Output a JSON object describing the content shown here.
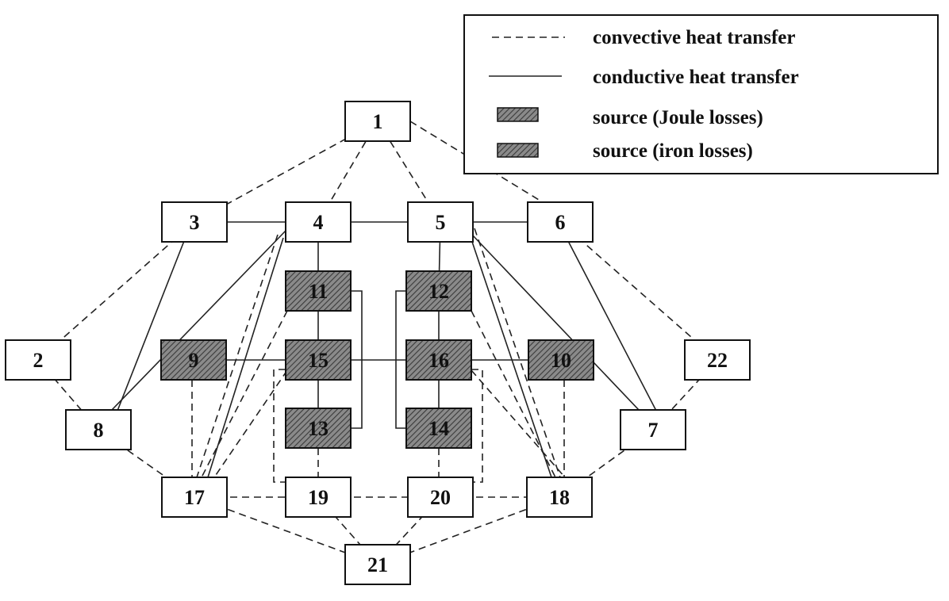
{
  "legend": {
    "items": [
      {
        "kind": "convective",
        "label": "convective heat transfer"
      },
      {
        "kind": "conductive",
        "label": "conductive heat transfer"
      },
      {
        "kind": "source-joule",
        "label": "source (Joule losses)"
      },
      {
        "kind": "source-iron",
        "label": "source (iron losses)"
      }
    ]
  },
  "nodes": [
    {
      "id": "1",
      "label": "1",
      "kind": "plain"
    },
    {
      "id": "2",
      "label": "2",
      "kind": "plain"
    },
    {
      "id": "3",
      "label": "3",
      "kind": "plain"
    },
    {
      "id": "4",
      "label": "4",
      "kind": "plain"
    },
    {
      "id": "5",
      "label": "5",
      "kind": "plain"
    },
    {
      "id": "6",
      "label": "6",
      "kind": "plain"
    },
    {
      "id": "7",
      "label": "7",
      "kind": "plain"
    },
    {
      "id": "8",
      "label": "8",
      "kind": "plain"
    },
    {
      "id": "9",
      "label": "9",
      "kind": "source-iron"
    },
    {
      "id": "10",
      "label": "10",
      "kind": "source-iron"
    },
    {
      "id": "11",
      "label": "11",
      "kind": "source-joule"
    },
    {
      "id": "12",
      "label": "12",
      "kind": "source-joule"
    },
    {
      "id": "13",
      "label": "13",
      "kind": "source-joule"
    },
    {
      "id": "14",
      "label": "14",
      "kind": "source-joule"
    },
    {
      "id": "15",
      "label": "15",
      "kind": "source-joule"
    },
    {
      "id": "16",
      "label": "16",
      "kind": "source-joule"
    },
    {
      "id": "17",
      "label": "17",
      "kind": "plain"
    },
    {
      "id": "18",
      "label": "18",
      "kind": "plain"
    },
    {
      "id": "19",
      "label": "19",
      "kind": "plain"
    },
    {
      "id": "20",
      "label": "20",
      "kind": "plain"
    },
    {
      "id": "21",
      "label": "21",
      "kind": "plain"
    },
    {
      "id": "22",
      "label": "22",
      "kind": "plain"
    }
  ],
  "edges": [
    {
      "from": "1",
      "to": "3",
      "type": "convective"
    },
    {
      "from": "1",
      "to": "4",
      "type": "convective"
    },
    {
      "from": "1",
      "to": "5",
      "type": "convective"
    },
    {
      "from": "1",
      "to": "6",
      "type": "convective"
    },
    {
      "from": "3",
      "to": "2",
      "type": "convective"
    },
    {
      "from": "2",
      "to": "8",
      "type": "convective"
    },
    {
      "from": "6",
      "to": "22",
      "type": "convective"
    },
    {
      "from": "22",
      "to": "7",
      "type": "convective"
    },
    {
      "from": "8",
      "to": "17",
      "type": "convective"
    },
    {
      "from": "7",
      "to": "18",
      "type": "convective"
    },
    {
      "from": "17",
      "to": "19",
      "type": "convective"
    },
    {
      "from": "19",
      "to": "20",
      "type": "convective"
    },
    {
      "from": "20",
      "to": "18",
      "type": "convective"
    },
    {
      "from": "17",
      "to": "21",
      "type": "convective"
    },
    {
      "from": "19",
      "to": "21",
      "type": "convective"
    },
    {
      "from": "20",
      "to": "21",
      "type": "convective"
    },
    {
      "from": "18",
      "to": "21",
      "type": "convective"
    },
    {
      "from": "9",
      "to": "17",
      "type": "convective"
    },
    {
      "from": "10",
      "to": "18",
      "type": "convective"
    },
    {
      "from": "13",
      "to": "19",
      "type": "convective"
    },
    {
      "from": "14",
      "to": "20",
      "type": "convective"
    },
    {
      "from": "4",
      "to": "17",
      "type": "convective"
    },
    {
      "from": "11",
      "to": "17",
      "type": "convective"
    },
    {
      "from": "15",
      "to": "17",
      "type": "convective"
    },
    {
      "from": "5",
      "to": "18",
      "type": "convective"
    },
    {
      "from": "12",
      "to": "18",
      "type": "convective"
    },
    {
      "from": "16",
      "to": "18",
      "type": "convective"
    },
    {
      "from": "3",
      "to": "4",
      "type": "conductive"
    },
    {
      "from": "4",
      "to": "5",
      "type": "conductive"
    },
    {
      "from": "5",
      "to": "6",
      "type": "conductive"
    },
    {
      "from": "3",
      "to": "8",
      "type": "conductive"
    },
    {
      "from": "4",
      "to": "8",
      "type": "conductive"
    },
    {
      "from": "6",
      "to": "7",
      "type": "conductive"
    },
    {
      "from": "5",
      "to": "7",
      "type": "conductive"
    },
    {
      "from": "4",
      "to": "11",
      "type": "conductive"
    },
    {
      "from": "11",
      "to": "15",
      "type": "conductive"
    },
    {
      "from": "15",
      "to": "13",
      "type": "conductive"
    },
    {
      "from": "5",
      "to": "12",
      "type": "conductive"
    },
    {
      "from": "12",
      "to": "16",
      "type": "conductive"
    },
    {
      "from": "16",
      "to": "14",
      "type": "conductive"
    },
    {
      "from": "9",
      "to": "15",
      "type": "conductive"
    },
    {
      "from": "15",
      "to": "16",
      "type": "conductive"
    },
    {
      "from": "16",
      "to": "10",
      "type": "conductive"
    },
    {
      "from": "4",
      "to": "17",
      "type": "conductive"
    },
    {
      "from": "5",
      "to": "18",
      "type": "conductive"
    },
    {
      "from": "11",
      "to": "13",
      "type": "conductive",
      "routing": "bracket-right"
    },
    {
      "from": "12",
      "to": "14",
      "type": "conductive",
      "routing": "bracket-left"
    },
    {
      "from": "15",
      "to": "19",
      "type": "convective",
      "routing": "bracket-left"
    },
    {
      "from": "16",
      "to": "20",
      "type": "convective",
      "routing": "bracket-right"
    }
  ],
  "colors": {
    "line": "#222222",
    "box_border": "#111111",
    "box_fill": "#ffffff",
    "source_fill": "#8a8a8a",
    "hatch_stroke": "#3a3a3a"
  }
}
